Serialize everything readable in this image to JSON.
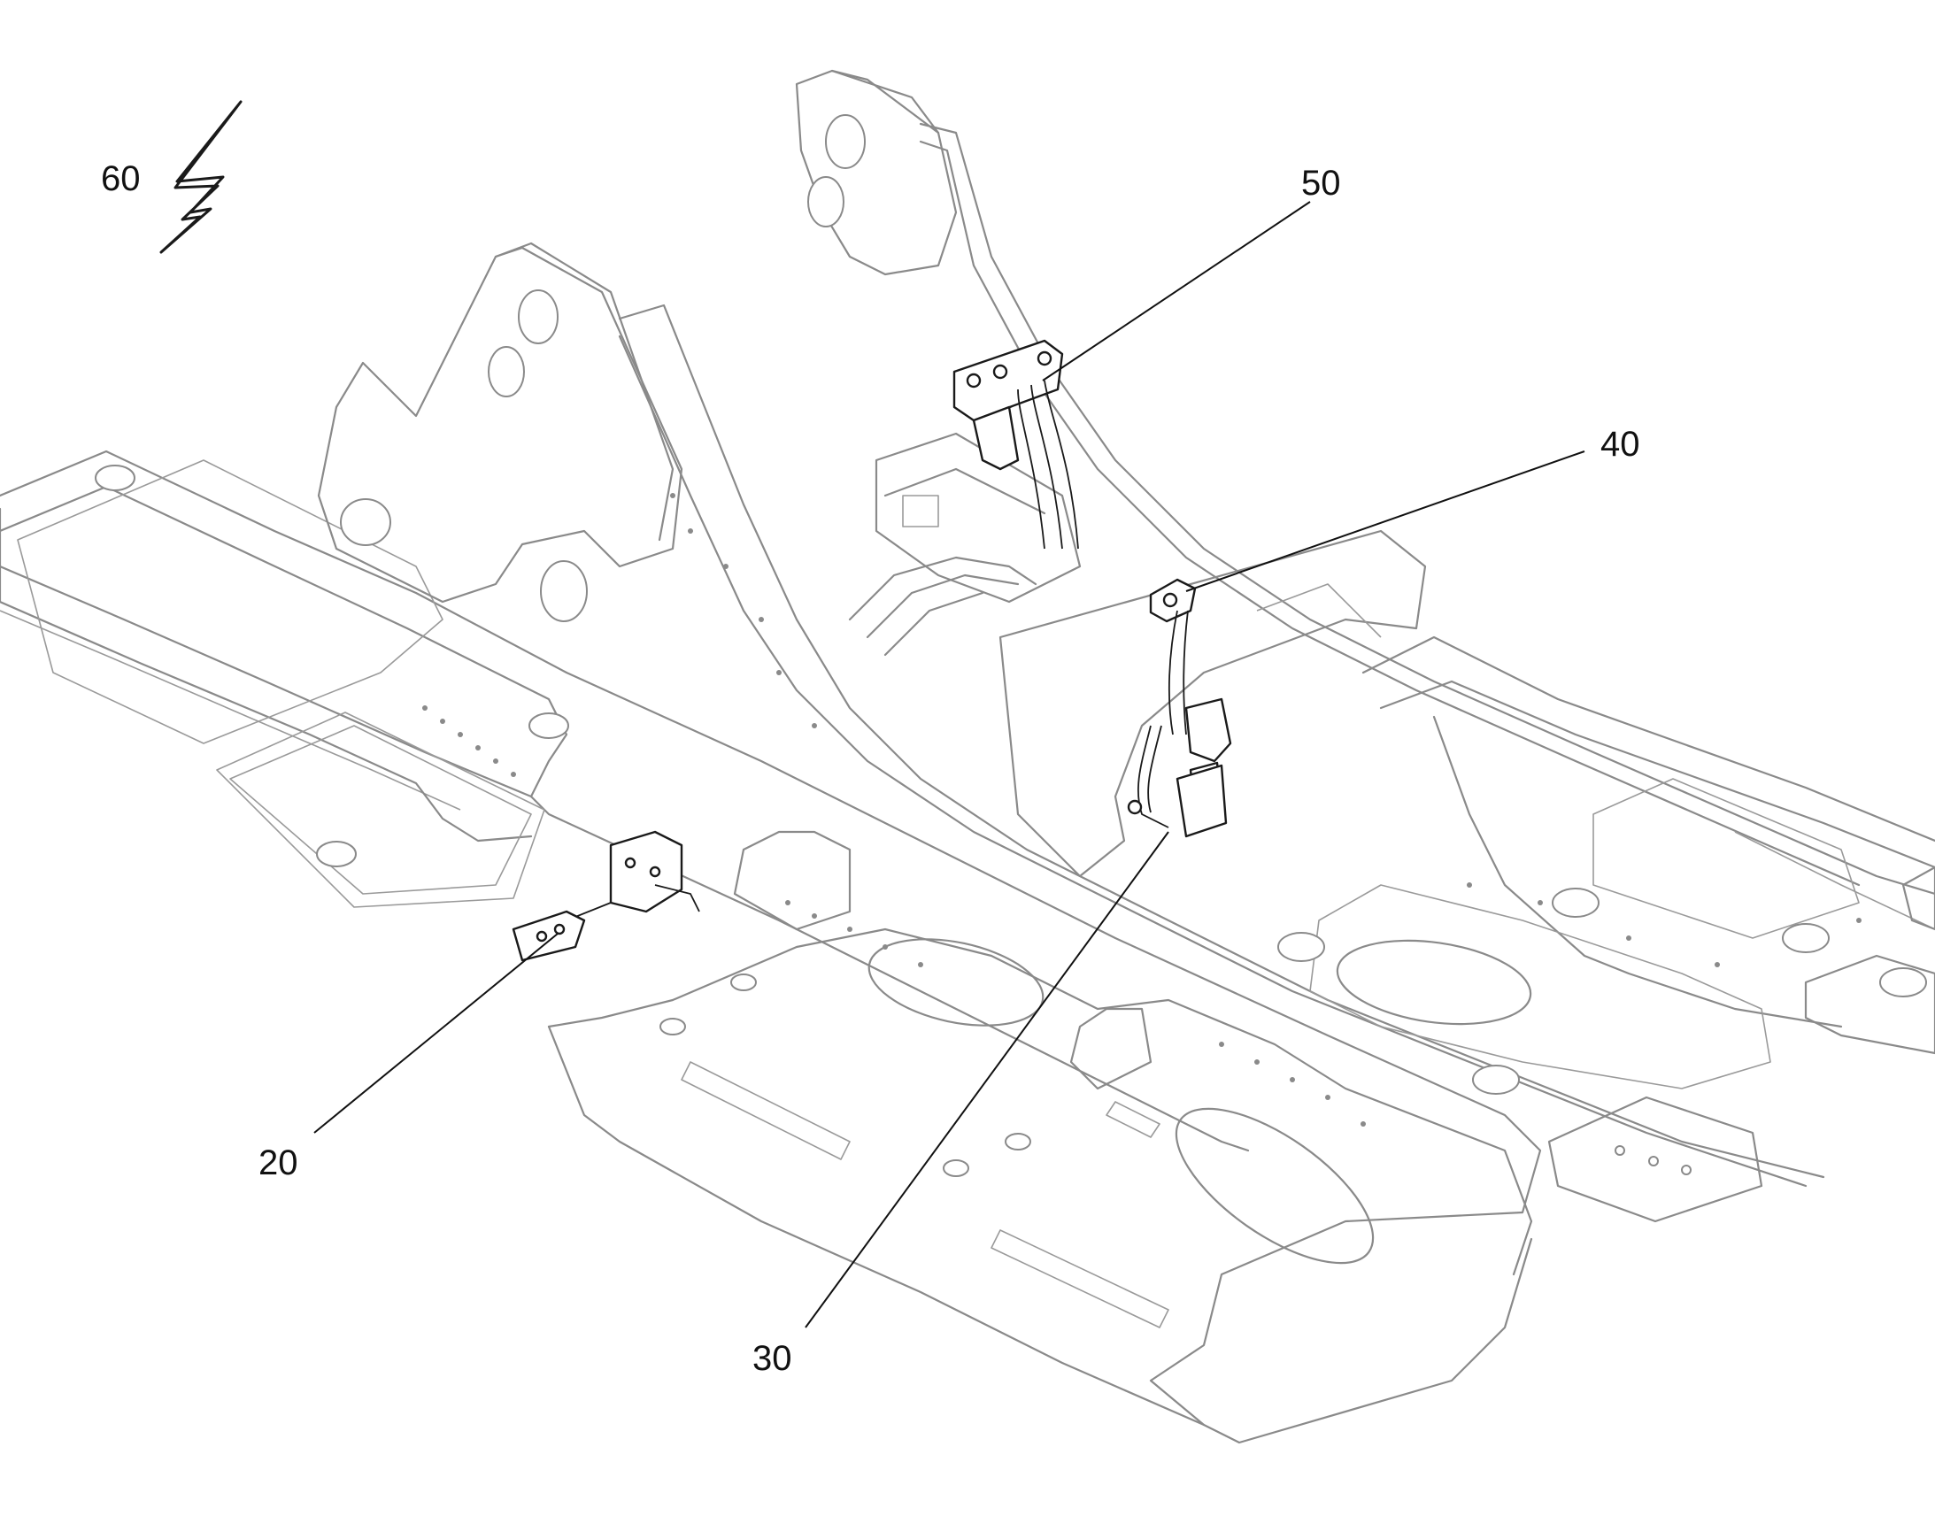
{
  "figure": {
    "type": "patent line drawing — vehicle chassis frame (perspective)",
    "reference_numerals": [
      {
        "id": "ref-60",
        "text": "60",
        "target": "lightning-bolt-symbol"
      },
      {
        "id": "ref-50",
        "text": "50",
        "target": "upper-hose-clamp-assembly"
      },
      {
        "id": "ref-40",
        "text": "40",
        "target": "hose-fitting"
      },
      {
        "id": "ref-20",
        "text": "20",
        "target": "left-valve-block"
      },
      {
        "id": "ref-30",
        "text": "30",
        "target": "lower-valve-assembly"
      }
    ],
    "colors": {
      "background": "#ffffff",
      "frame_lines": "#8a8a8a",
      "part_lines": "#1a1a1a",
      "labels": "#111111"
    }
  }
}
